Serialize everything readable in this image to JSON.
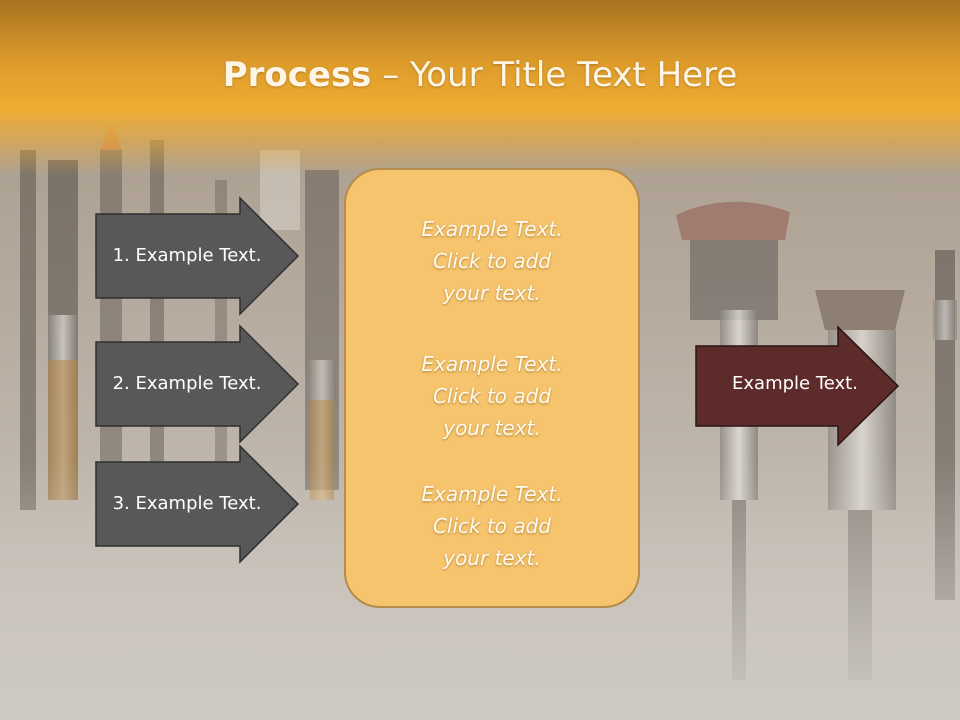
{
  "slide": {
    "title_bold": "Process",
    "title_rest": " – Your Title Text Here"
  },
  "left_arrows": [
    {
      "label": "1. Example Text."
    },
    {
      "label": "2. Example Text."
    },
    {
      "label": "3. Example Text."
    }
  ],
  "center_panel": {
    "blocks": [
      {
        "line1": "Example Text.",
        "line2": "Click  to add",
        "line3": "your text."
      },
      {
        "line1": "Example Text.",
        "line2": "Click  to add",
        "line3": "your text."
      },
      {
        "line1": "Example Text.",
        "line2": "Click  to add",
        "line3": "your text."
      }
    ]
  },
  "right_arrow": {
    "label": "Example Text."
  },
  "colors": {
    "title_band": "#f0ad33",
    "left_arrow_fill": "#585858",
    "panel_fill": "#f6c46c",
    "right_arrow_fill": "#5e2b2b"
  }
}
